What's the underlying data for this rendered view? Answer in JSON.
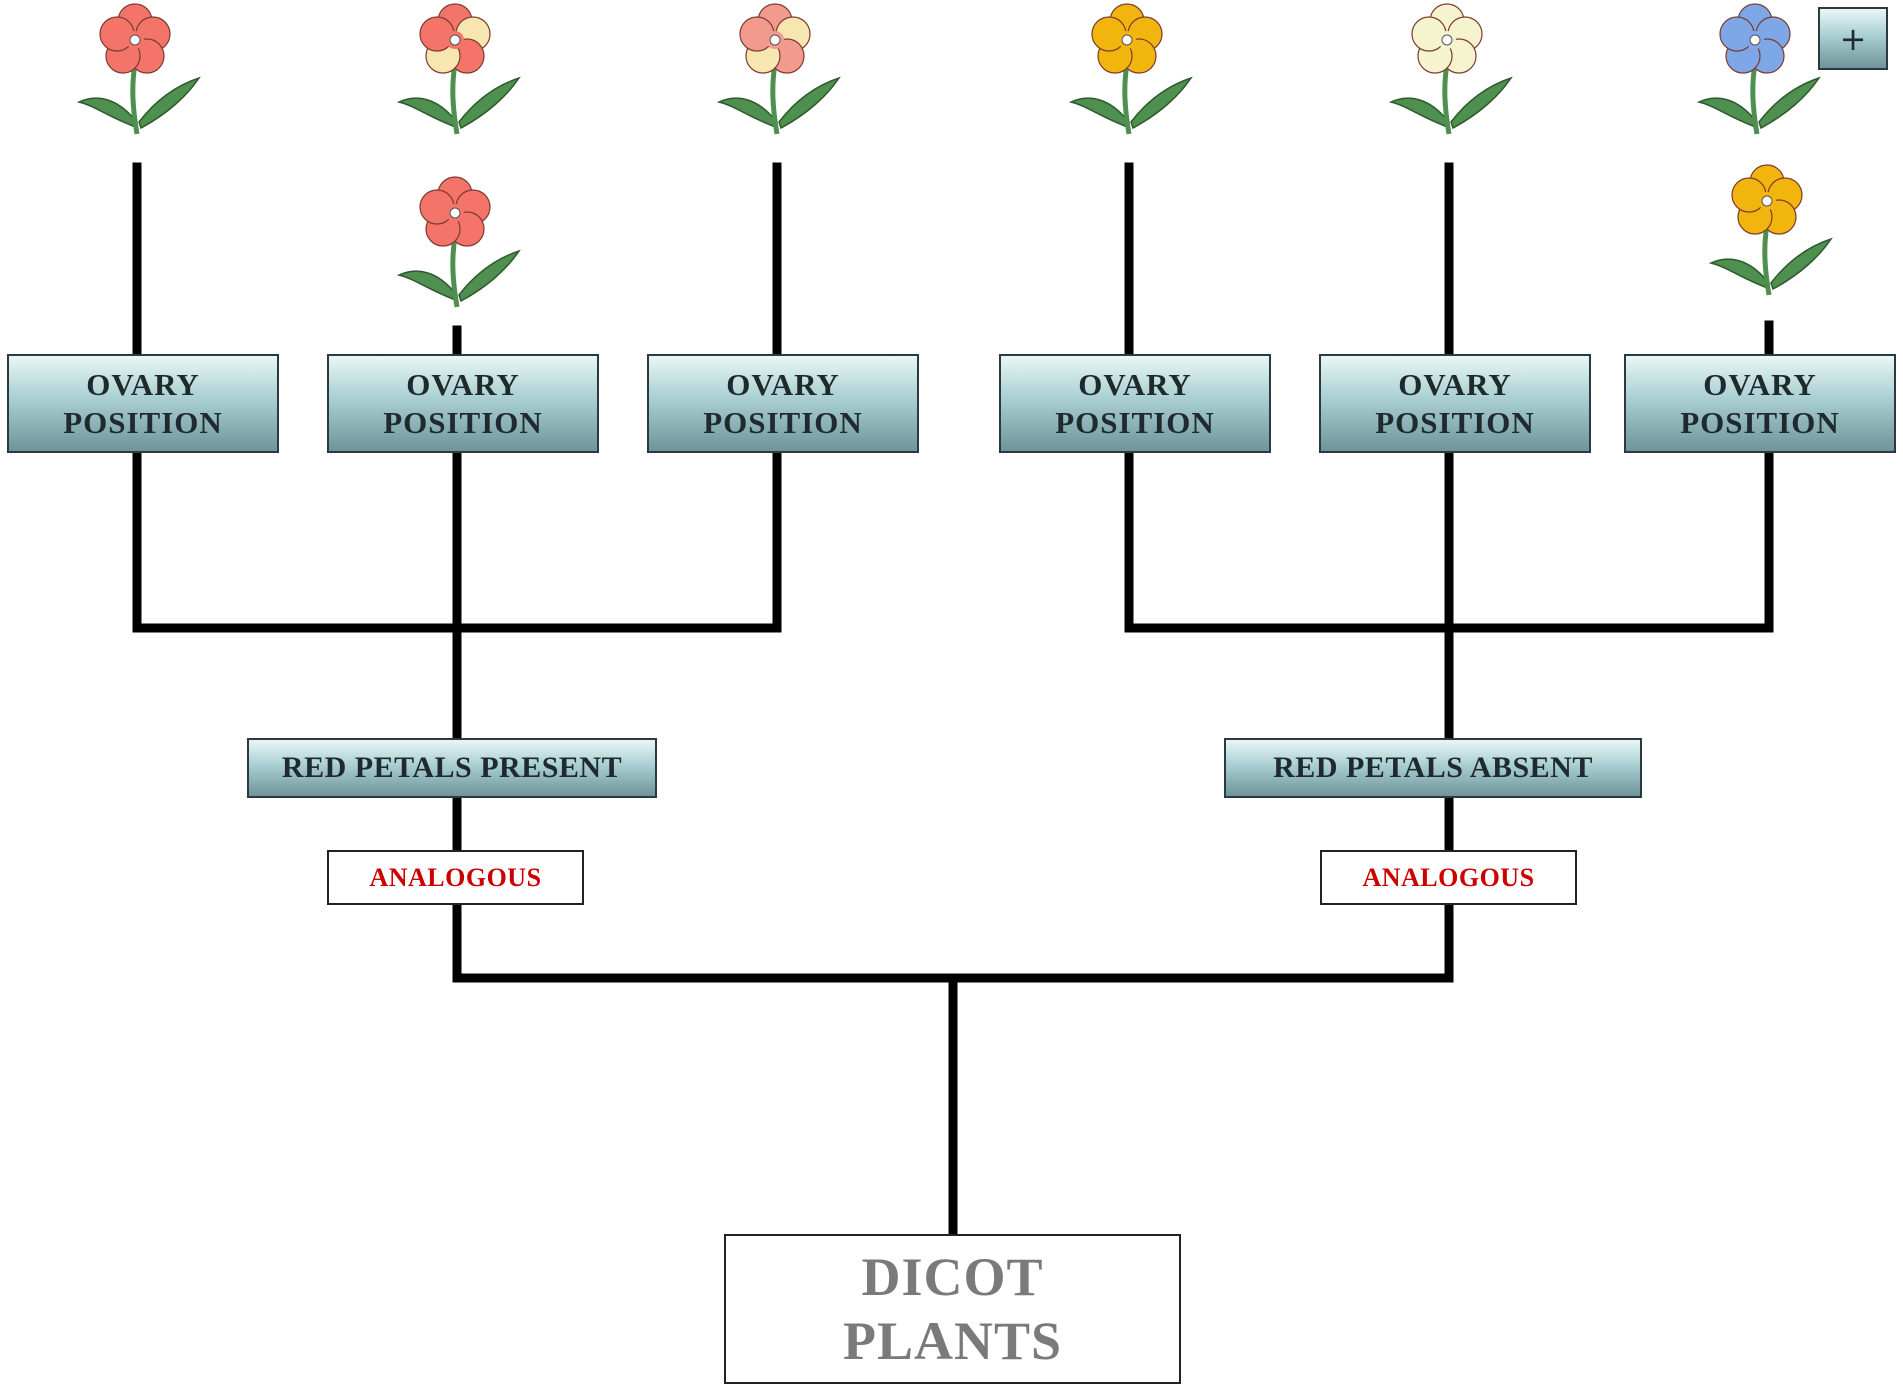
{
  "colors": {
    "line": "#000000",
    "box_gradient_top": "#eaf6f6",
    "box_gradient_bottom": "#6f9499",
    "analogous_text": "#cc0000",
    "root_text": "#7a7a7a",
    "leaf": "#4f8f4f",
    "stem": "#4f8f4f"
  },
  "root": {
    "label_line1": "DICOT",
    "label_line2": "PLANTS"
  },
  "branches": {
    "left": {
      "petals_label": "RED PETALS PRESENT",
      "analogous_label": "ANALOGOUS"
    },
    "right": {
      "petals_label": "RED PETALS ABSENT",
      "analogous_label": "ANALOGOUS"
    }
  },
  "ovary_nodes": [
    {
      "line1": "OVARY",
      "line2": "POSITION"
    },
    {
      "line1": "OVARY",
      "line2": "POSITION"
    },
    {
      "line1": "OVARY",
      "line2": "POSITION"
    },
    {
      "line1": "OVARY",
      "line2": "POSITION"
    },
    {
      "line1": "OVARY",
      "line2": "POSITION"
    },
    {
      "line1": "OVARY",
      "line2": "POSITION"
    }
  ],
  "flowers": [
    {
      "icon": "red-flower-icon",
      "petal_color": "#f4746a",
      "accent_color": "#f4746a"
    },
    {
      "icon": "red-cream-flower-icon",
      "petal_color": "#f4746a",
      "accent_color": "#f7e6b0"
    },
    {
      "icon": "red-flower-icon",
      "petal_color": "#f4746a",
      "accent_color": "#f4746a"
    },
    {
      "icon": "pink-cream-flower-icon",
      "petal_color": "#f39a8e",
      "accent_color": "#f7e6b0"
    },
    {
      "icon": "yellow-flower-icon",
      "petal_color": "#f2b50d",
      "accent_color": "#f2b50d"
    },
    {
      "icon": "cream-flower-icon",
      "petal_color": "#f6f3cf",
      "accent_color": "#f6f3cf"
    },
    {
      "icon": "blue-flower-icon",
      "petal_color": "#7ea7e8",
      "accent_color": "#7ea7e8"
    },
    {
      "icon": "yellow-flower-icon",
      "petal_color": "#f2b50d",
      "accent_color": "#f2b50d"
    }
  ],
  "controls": {
    "plus_label": "+"
  }
}
